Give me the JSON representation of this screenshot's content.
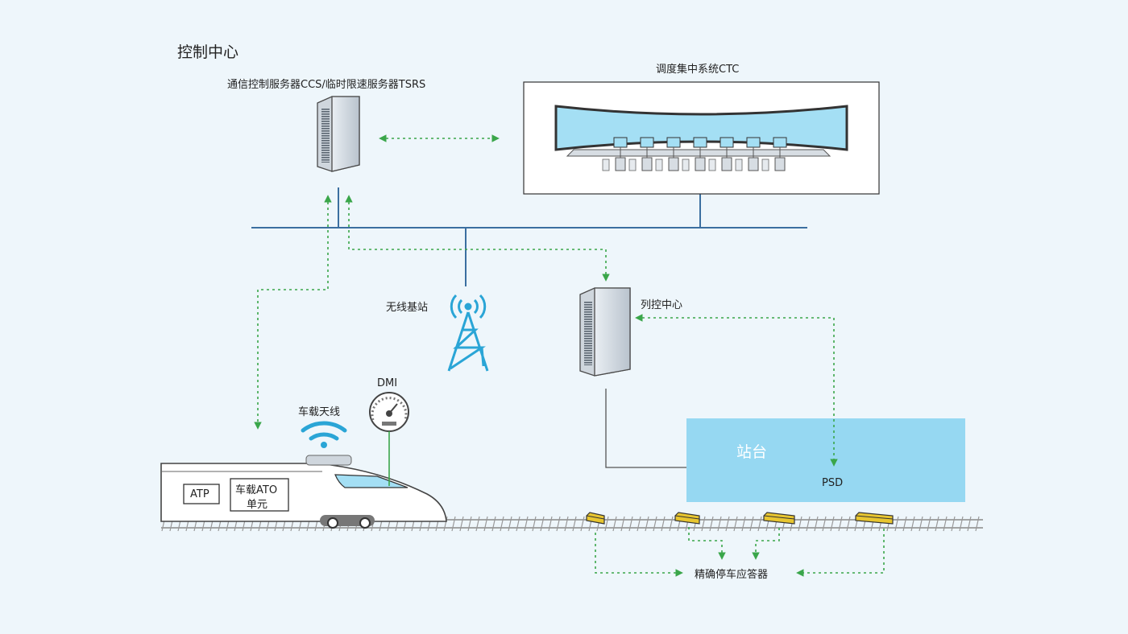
{
  "control_center": {
    "title": "控制中心"
  },
  "server": {
    "label": "通信控制服务器CCS/临时限速服务器TSRS"
  },
  "ctc": {
    "label": "调度集中系统CTC"
  },
  "base_station": {
    "label": "无线基站"
  },
  "train_control_center": {
    "label": "列控中心"
  },
  "antenna": {
    "label": "车载天线"
  },
  "dmi": {
    "label": "DMI"
  },
  "train": {
    "atp_label": "ATP",
    "ato_line1": "车载ATO",
    "ato_line2": "单元"
  },
  "platform": {
    "label": "站台",
    "psd_label": "PSD"
  },
  "transponder": {
    "label": "精确停车应答器"
  },
  "colors": {
    "background": "#eef6fb",
    "backbone_line": "#3b6fa0",
    "link_dotted": "#3aa64a",
    "platform": "#96d8f2",
    "balise": "#e8c630",
    "antenna_icon": "#2aa5d6"
  }
}
